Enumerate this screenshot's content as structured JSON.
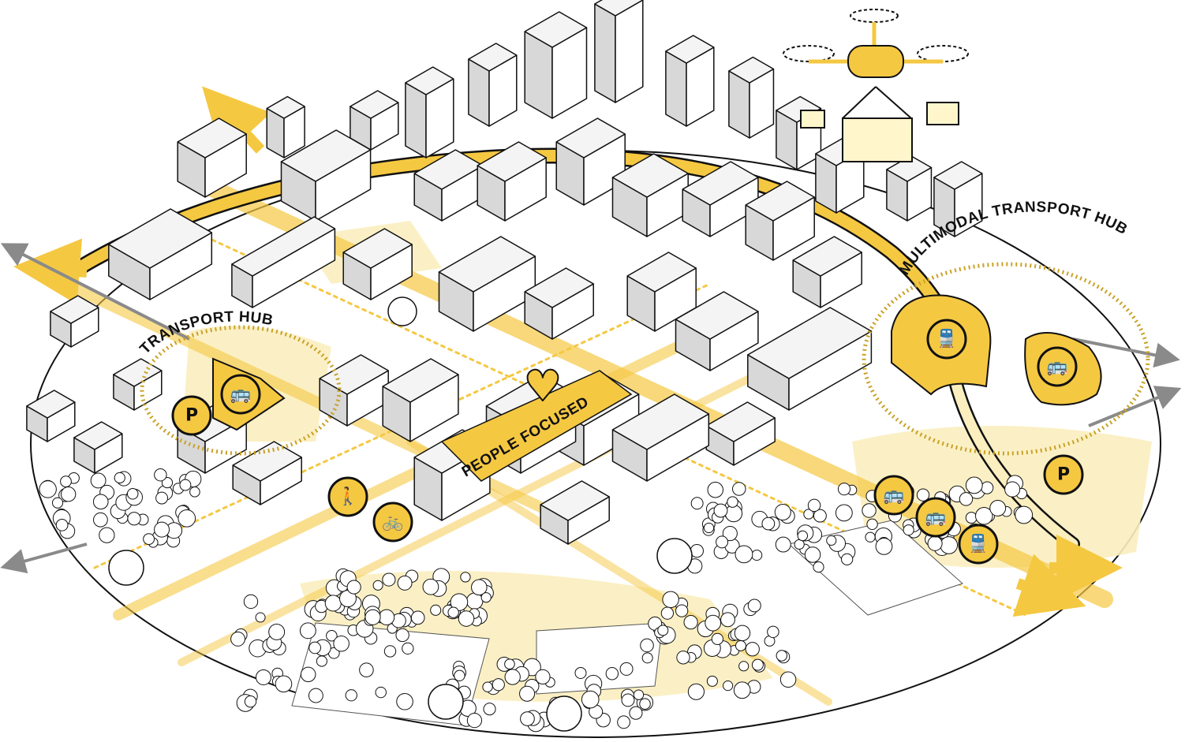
{
  "labels": {
    "transport_hub": "TRANSPORT HUB",
    "people_focused": "PEOPLE FOCUSED",
    "multimodal_hub": "MULTIMODAL TRANSPORT HUB"
  },
  "icons": {
    "bus": "🚌",
    "parking": "P",
    "walk": "🚶",
    "bike": "🚲",
    "train": "🚆",
    "heart": "♥"
  },
  "colors": {
    "accent_yellow": "#f5c842",
    "light_yellow": "#fbeebf",
    "outline": "#111111",
    "arrow_gray": "#8a8a8a"
  }
}
